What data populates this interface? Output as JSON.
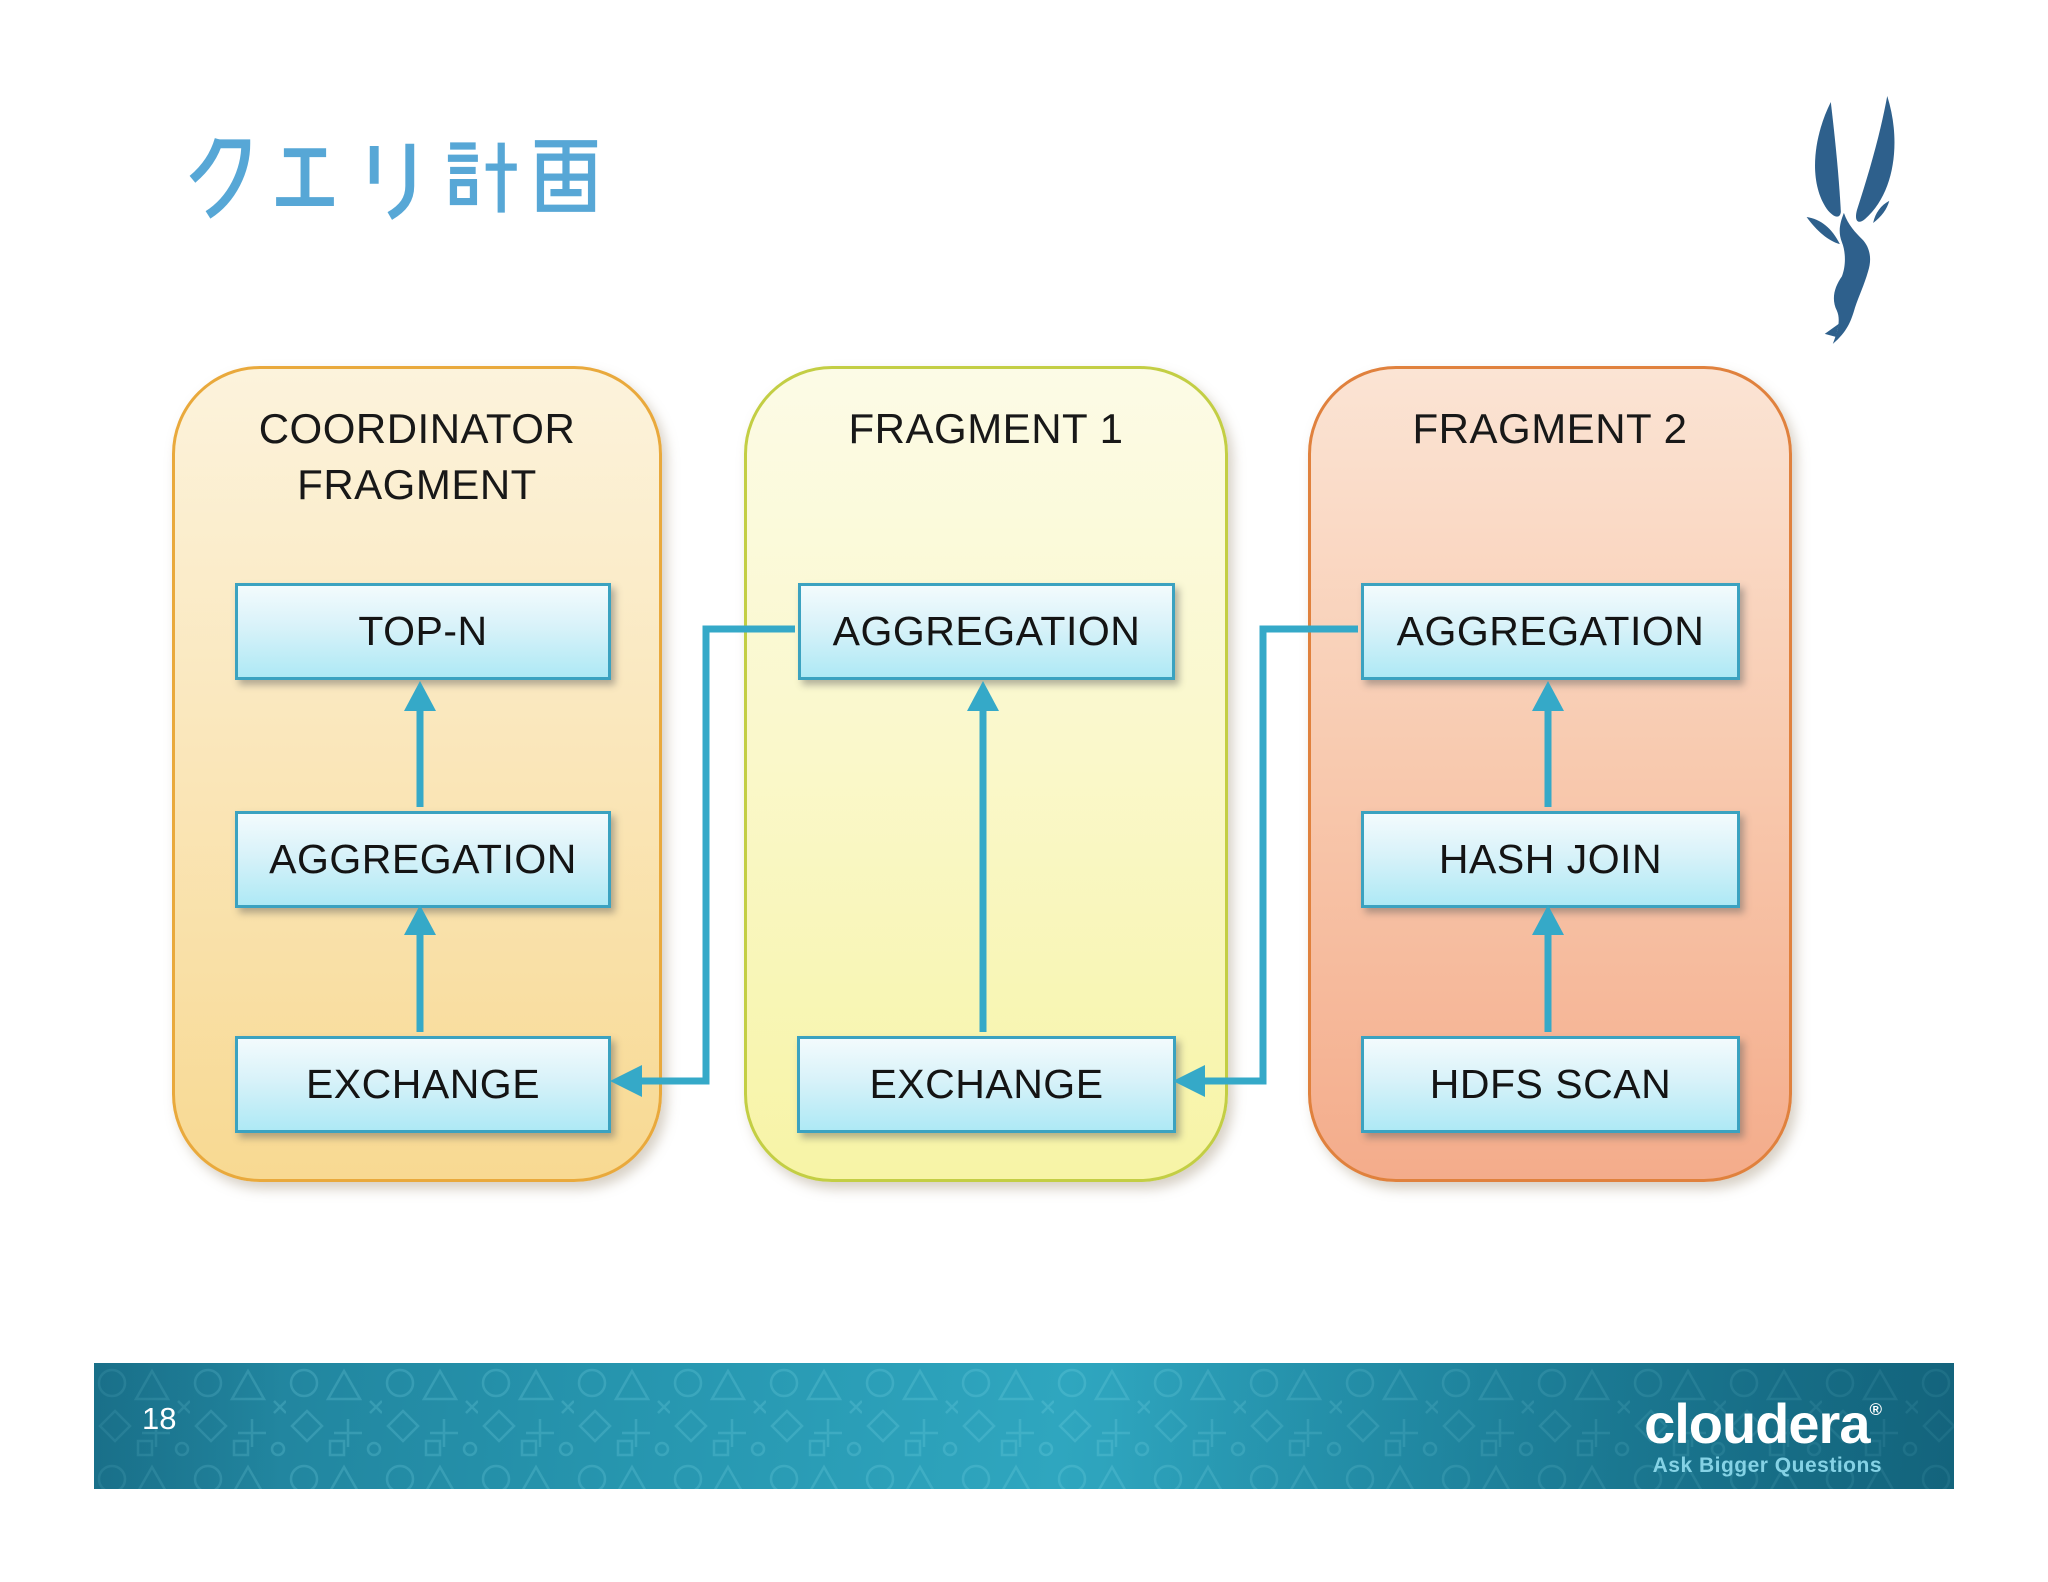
{
  "slide": {
    "title": "クエリ計画",
    "title_chars": [
      "ク",
      "エ",
      "リ",
      "計",
      "画"
    ]
  },
  "panels": [
    {
      "title": "COORDINATOR FRAGMENT",
      "nodes": [
        {
          "label": "TOP-N"
        },
        {
          "label": "AGGREGATION"
        },
        {
          "label": "EXCHANGE"
        }
      ]
    },
    {
      "title": "FRAGMENT 1",
      "nodes": [
        {
          "label": "AGGREGATION"
        },
        {
          "label": "EXCHANGE"
        }
      ]
    },
    {
      "title": "FRAGMENT 2",
      "nodes": [
        {
          "label": "AGGREGATION"
        },
        {
          "label": "HASH JOIN"
        },
        {
          "label": "HDFS SCAN"
        }
      ]
    }
  ],
  "edges": [
    {
      "from": "EXCHANGE",
      "to": "AGGREGATION",
      "panel": "COORDINATOR FRAGMENT"
    },
    {
      "from": "AGGREGATION",
      "to": "TOP-N",
      "panel": "COORDINATOR FRAGMENT"
    },
    {
      "from": "EXCHANGE",
      "to": "AGGREGATION",
      "panel": "FRAGMENT 1"
    },
    {
      "from": "AGGREGATION (FRAGMENT 1)",
      "to": "EXCHANGE (COORDINATOR FRAGMENT)"
    },
    {
      "from": "HDFS SCAN",
      "to": "HASH JOIN",
      "panel": "FRAGMENT 2"
    },
    {
      "from": "HASH JOIN",
      "to": "AGGREGATION",
      "panel": "FRAGMENT 2"
    },
    {
      "from": "AGGREGATION (FRAGMENT 2)",
      "to": "EXCHANGE (FRAGMENT 1)"
    }
  ],
  "footer": {
    "page_number": "18",
    "brand": "cloudera",
    "registered": "®",
    "tagline": "Ask Bigger Questions"
  },
  "colors": {
    "title_blue": "#57A7D6",
    "arrow_teal": "#35A9C8",
    "node_border": "#3BA2C0",
    "node_fill_top": "#F3FBFD",
    "node_fill_bottom": "#AEE9F5",
    "panel1_border": "#E9A93C",
    "panel1_fill_bottom": "#F8D992",
    "panel2_border": "#C3CE44",
    "panel2_fill_bottom": "#F7F4A6",
    "panel3_border": "#E0813D",
    "panel3_fill_bottom": "#F4AC8B",
    "banner_teal": "#2695AE",
    "impala_blue": "#2E608C",
    "tagline_blue": "#85D2E5"
  }
}
